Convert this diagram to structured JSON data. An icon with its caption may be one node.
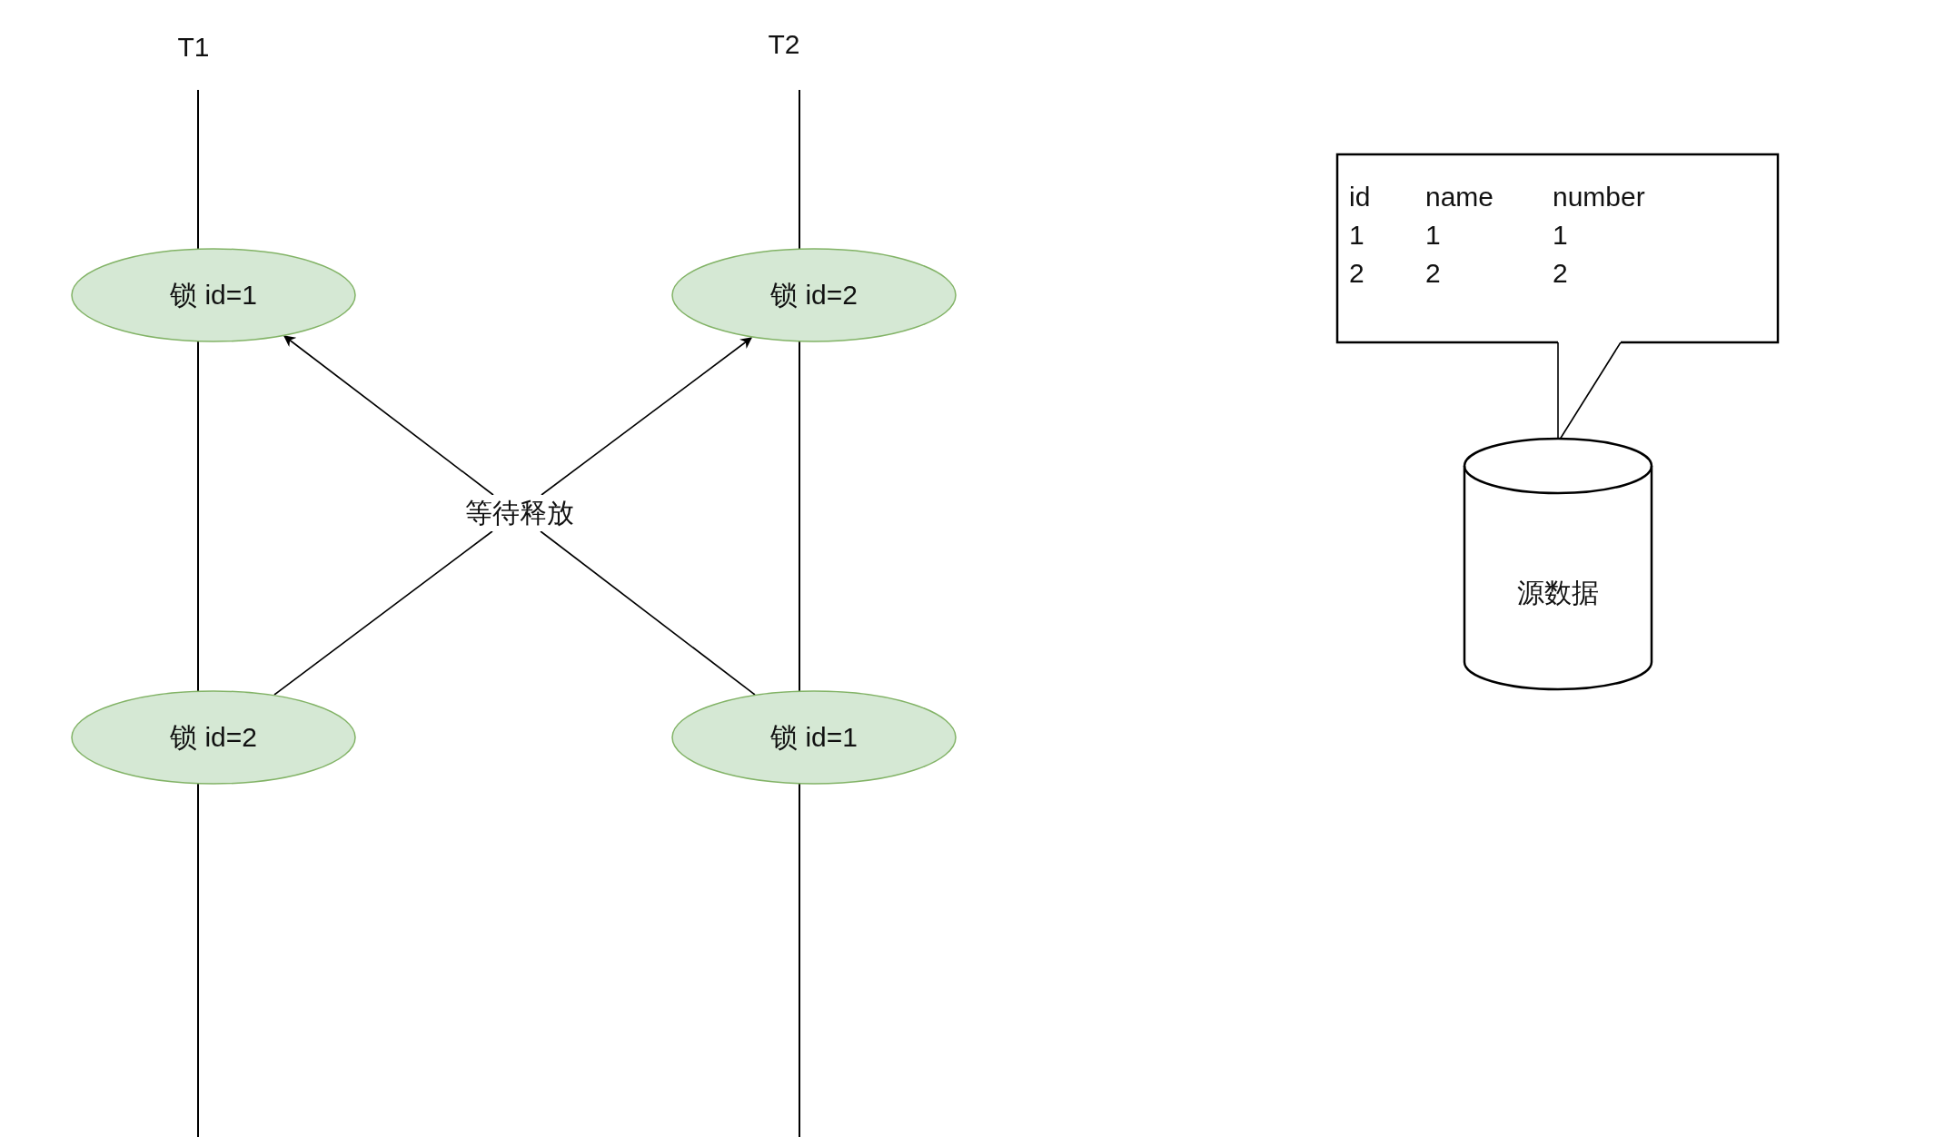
{
  "diagram": {
    "nodes": [
      {
        "text": [
          "锁 id=1"
        ]
      },
      {
        "text": [
          "锁 id=2"
        ]
      },
      {
        "text": [
          "等待释放"
        ]
      },
      {
        "text": [
          "锁 id=2"
        ]
      },
      {
        "text": [
          "锁 id=1"
        ]
      },
      {
        "text": [
          "id",
          "name",
          "number",
          "1",
          "1",
          "1",
          "2",
          "2",
          "2"
        ]
      },
      {
        "text": [
          "源数据"
        ]
      }
    ],
    "edges": [
      {
        "from": 3,
        "to": 2,
        "arrow": "none"
      },
      {
        "from": 2,
        "to": 1,
        "arrow": "to"
      },
      {
        "from": 4,
        "to": 2,
        "arrow": "none"
      },
      {
        "from": 2,
        "to": 0,
        "arrow": "to"
      },
      {
        "from": 5,
        "to": 6,
        "arrow": "none"
      }
    ],
    "labels": [
      "T1",
      "T2"
    ]
  }
}
